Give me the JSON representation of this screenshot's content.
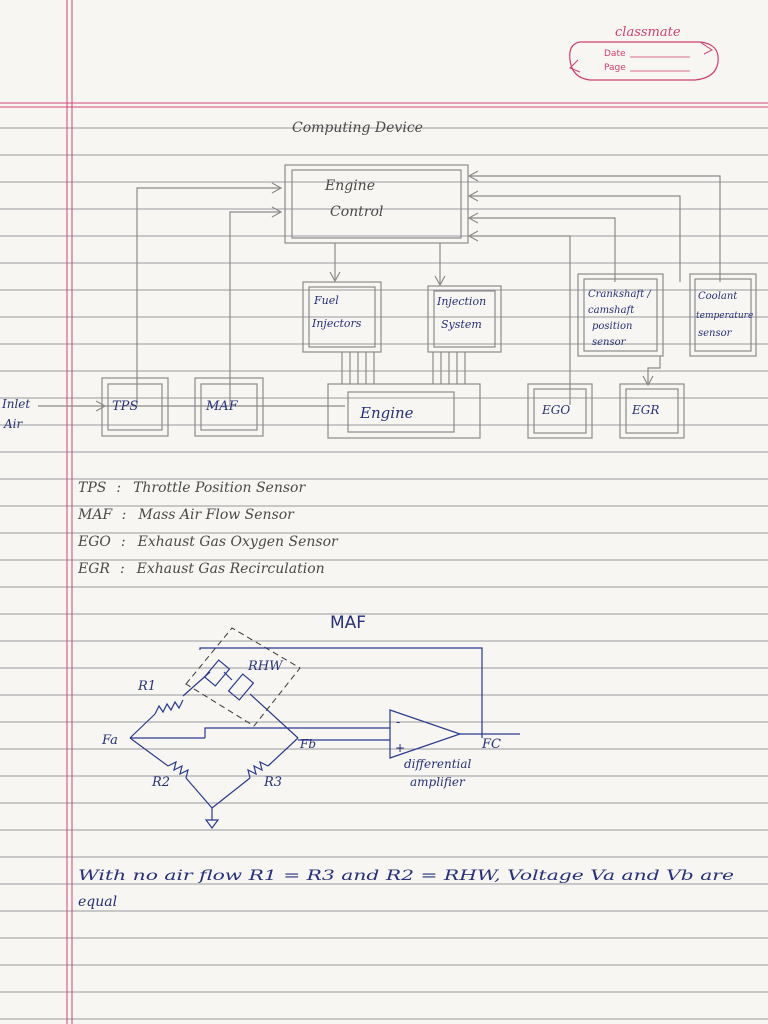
{
  "header": {
    "brand": "classmate",
    "date_label": "Date",
    "page_label": "Page"
  },
  "diagram": {
    "title": "Computing Device",
    "engine_control": [
      "Engine",
      "Control"
    ],
    "fuel_injectors": [
      "Fuel",
      "Injectors"
    ],
    "injection_system": [
      "Injection",
      "System"
    ],
    "crankshaft_sensor": [
      "Crankshaft /",
      "camshaft",
      "position",
      "sensor"
    ],
    "coolant_sensor": [
      "Coolant",
      "temperature",
      "sensor"
    ],
    "inlet_air": [
      "Inlet",
      "Air"
    ],
    "tps": "TPS",
    "maf": "MAF",
    "engine": "Engine",
    "ego": "EGO",
    "egr": "EGR"
  },
  "legend": [
    {
      "abbr": "TPS",
      "sep": ":",
      "text": "Throttle Position Sensor"
    },
    {
      "abbr": "MAF",
      "sep": ":",
      "text": "Mass Air Flow Sensor"
    },
    {
      "abbr": "EGO",
      "sep": ":",
      "text": "Exhaust Gas Oxygen Sensor"
    },
    {
      "abbr": "EGR",
      "sep": ":",
      "text": "Exhaust Gas Recirculation"
    }
  ],
  "circuit": {
    "title": "MAF",
    "r1": "R1",
    "rhw": "RHW",
    "r2": "R2",
    "r3": "R3",
    "fa": "Fa",
    "fb": "Fb",
    "fc": "FC",
    "minus": "-",
    "plus": "+",
    "amp_label": [
      "differential",
      "amplifier"
    ]
  },
  "note": {
    "line1": "With no air flow  R1 = R3  and  R2 = RHW,  Voltage  Va  and  Vb  are",
    "line2": "equal"
  },
  "colors": {
    "paper": "#f7f6f2",
    "rule_line": "#7a7a84",
    "margin_line": "#d2477a",
    "brand_pink": "#d0416f",
    "ink_blue": "#27307a",
    "pencil": "#8b8b8b"
  }
}
